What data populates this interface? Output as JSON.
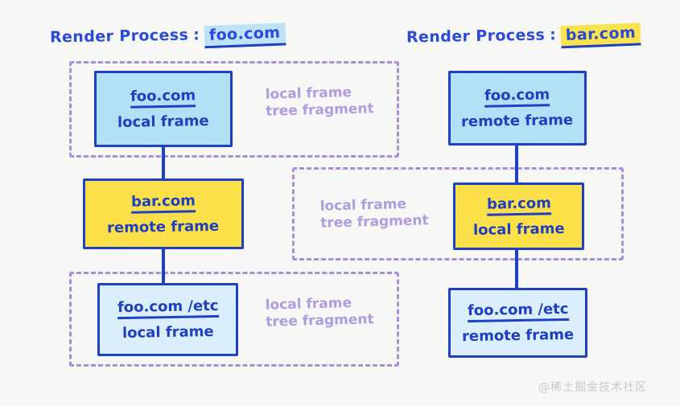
{
  "colors": {
    "background": "#f7f7f5",
    "ink_blue": "#1f40c4",
    "box_blue": "#b3e0f7",
    "box_pale_blue": "#daeefb",
    "box_yellow": "#fbe04a",
    "dashed_purple": "#a98fd8",
    "label_purple": "#b09ce0",
    "highlight_blue": "#bfe2fb",
    "highlight_yellow": "#fbe34d",
    "watermark_gray": "#c9c9c9"
  },
  "headings": {
    "left": {
      "label": "Render Process",
      "separator": ":",
      "domain": "foo.com",
      "highlight": "blue"
    },
    "right": {
      "label": "Render Process",
      "separator": ":",
      "domain": "bar.com",
      "highlight": "yellow"
    }
  },
  "fragments": [
    {
      "id": "left-top",
      "label": "local frame\ntree fragment"
    },
    {
      "id": "center-mid",
      "label": "local frame\ntree fragment"
    },
    {
      "id": "left-bottom",
      "label": "local frame\ntree fragment"
    }
  ],
  "left_column": {
    "boxes": [
      {
        "url": "foo.com",
        "kind": "local frame",
        "fill": "blue"
      },
      {
        "url": "bar.com",
        "kind": "remote frame",
        "fill": "yellow"
      },
      {
        "url": "foo.com /etc",
        "kind": "local frame",
        "fill": "pale"
      }
    ]
  },
  "right_column": {
    "boxes": [
      {
        "url": "foo.com",
        "kind": "remote frame",
        "fill": "blue"
      },
      {
        "url": "bar.com",
        "kind": "local frame",
        "fill": "yellow"
      },
      {
        "url": "foo.com /etc",
        "kind": "remote frame",
        "fill": "pale"
      }
    ]
  },
  "watermark": {
    "text": "@稀土掘金技术社区"
  }
}
